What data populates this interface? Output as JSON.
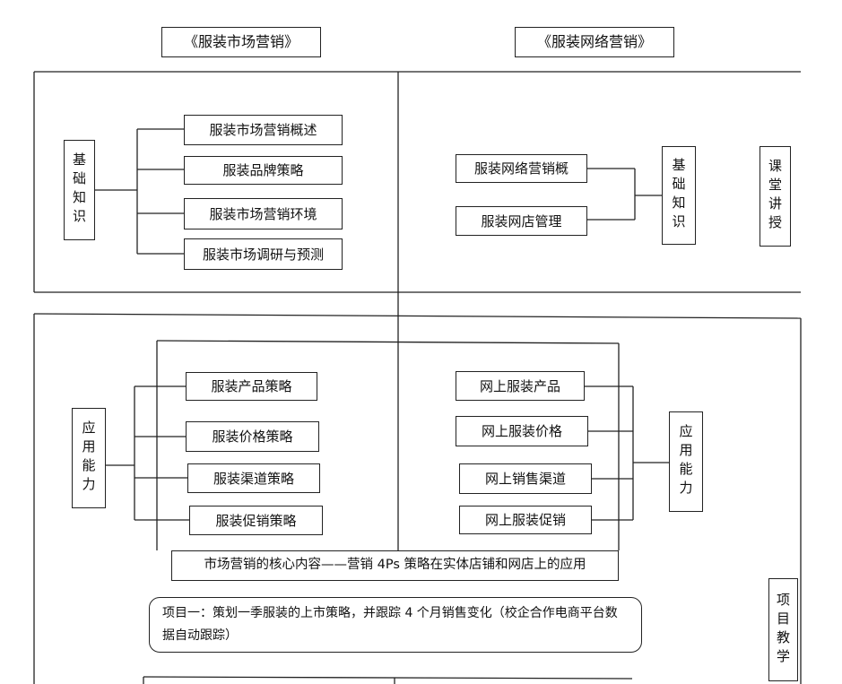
{
  "titles": {
    "left": "《服装市场营销》",
    "right": "《服装网络营销》"
  },
  "section_labels": {
    "classroom_teaching": "课堂讲授",
    "project_teaching": "项目教学"
  },
  "left_basic": {
    "group_label": "基础知识",
    "items": [
      "服装市场营销概述",
      "服装品牌策略",
      "服装市场营销环境",
      "服装市场调研与预测"
    ]
  },
  "right_basic": {
    "group_label": "基础知识",
    "items": [
      "服装网络营销概",
      "服装网店管理"
    ]
  },
  "left_applied": {
    "group_label": "应用能力",
    "items": [
      "服装产品策略",
      "服装价格策略",
      "服装渠道策略",
      "服装促销策略"
    ]
  },
  "right_applied": {
    "group_label": "应用能力",
    "items": [
      "网上服装产品",
      "网上服装价格",
      "网上销售渠道",
      "网上服装促销"
    ]
  },
  "core_content": "市场营销的核心内容——营销 4Ps 策略在实体店铺和网店上的应用",
  "project": "项目一：策划一季服装的上市策略，并跟踪 4 个月销售变化（校企合作电商平台数据自动跟踪）"
}
